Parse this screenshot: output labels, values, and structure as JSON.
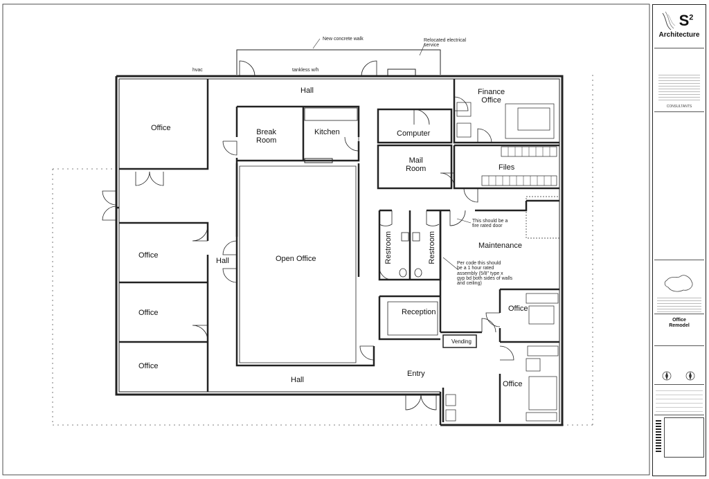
{
  "rooms": {
    "office_top": "Office",
    "hall_top": "Hall",
    "break_room": "Break\nRoom",
    "kitchen": "Kitchen",
    "computer": "Computer",
    "mail_room": "Mail\nRoom",
    "finance_office": "Finance\nOffice",
    "files": "Files",
    "office_1": "Office",
    "office_2": "Office",
    "office_3": "Office",
    "hall_left": "Hall",
    "open_office": "Open Office",
    "restroom_1": "Restroom",
    "restroom_2": "Restroom",
    "maintenance": "Maintenance",
    "reception": "Reception",
    "vending": "Vending",
    "office_right_1": "Office",
    "office_right_2": "Office",
    "hall_bottom": "Hall",
    "entry": "Entry"
  },
  "notes": {
    "concrete_walk": "New concrete walk",
    "electrical": "Relocated electrical\nservice",
    "hvac": "hvac",
    "tankless": "tankless w/h",
    "fire_door": "This should be a\nfire rated door",
    "code_note": "Per code this should\nbe a 1 hour rated\nassembly (5/8\" type x\ngyp bd both sides of walls\nand ceiling)"
  },
  "title_block": {
    "firm_initial": "S",
    "firm_sup": "2",
    "firm_name": "Architecture",
    "consultants": "CONSULTANTS",
    "project_title": "Office\nRemodel"
  }
}
